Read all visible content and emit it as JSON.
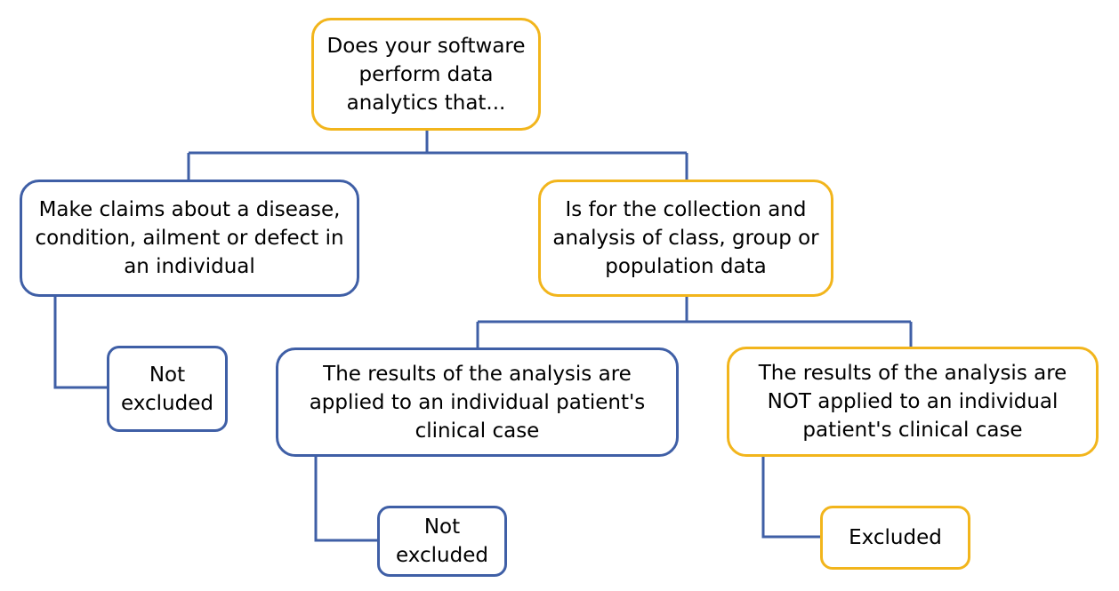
{
  "colors": {
    "blue_outline": "#3f5fa6",
    "gold_outline": "#f2b51c",
    "connector": "#3f5fa6"
  },
  "nodes": {
    "root": {
      "lines": [
        "Does your software",
        "perform data",
        "analytics that..."
      ],
      "outline": "gold"
    },
    "individual_claims": {
      "lines": [
        "Make claims about a disease,",
        "condition, ailment or defect in",
        "an individual"
      ],
      "outline": "blue"
    },
    "population_data": {
      "lines": [
        "Is for the collection and",
        "analysis of class, group or",
        "population data"
      ],
      "outline": "gold"
    },
    "not_excluded_1": {
      "lines": [
        "Not",
        "excluded"
      ],
      "outline": "blue"
    },
    "applied_individual": {
      "lines": [
        "The results of the analysis are",
        "applied to an individual patient's",
        "clinical case"
      ],
      "outline": "blue"
    },
    "not_applied_individual": {
      "lines": [
        "The results of the analysis are",
        "NOT applied to an individual",
        "patient's clinical case"
      ],
      "outline": "gold"
    },
    "not_excluded_2": {
      "lines": [
        "Not",
        "excluded"
      ],
      "outline": "blue"
    },
    "excluded": {
      "lines": [
        "Excluded"
      ],
      "outline": "gold"
    }
  }
}
